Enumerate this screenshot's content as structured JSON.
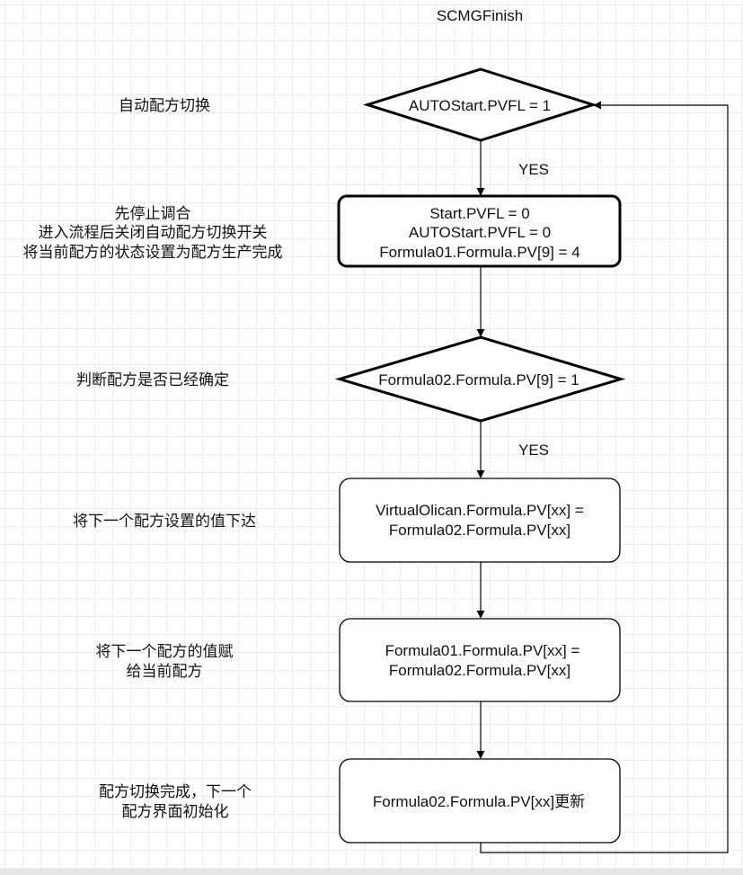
{
  "diagram": {
    "title": "SCMGFinish",
    "nodes": [
      {
        "id": "n1",
        "shape": "diamond",
        "lines": [
          "AUTOStart.PVFL = 1"
        ]
      },
      {
        "id": "n2",
        "shape": "rect-bold",
        "lines": [
          "Start.PVFL = 0",
          "AUTOStart.PVFL = 0",
          "Formula01.Formula.PV[9] = 4"
        ]
      },
      {
        "id": "n3",
        "shape": "diamond",
        "lines": [
          "Formula02.Formula.PV[9] = 1"
        ]
      },
      {
        "id": "n4",
        "shape": "rect",
        "lines": [
          "VirtualOlican.Formula.PV[xx] =",
          "Formula02.Formula.PV[xx]"
        ]
      },
      {
        "id": "n5",
        "shape": "rect",
        "lines": [
          "Formula01.Formula.PV[xx] =",
          "Formula02.Formula.PV[xx]"
        ]
      },
      {
        "id": "n6",
        "shape": "rect",
        "lines": [
          "Formula02.Formula.PV[xx]更新"
        ]
      }
    ],
    "edge_labels": [
      "YES",
      "YES"
    ],
    "annotations": [
      {
        "id": "a1",
        "lines": [
          "自动配方切换"
        ]
      },
      {
        "id": "a2",
        "lines": [
          "先停止调合",
          "进入流程后关闭自动配方切换开关",
          "将当前配方的状态设置为配方生产完成"
        ]
      },
      {
        "id": "a3",
        "lines": [
          "判断配方是否已经确定"
        ]
      },
      {
        "id": "a4",
        "lines": [
          "将下一个配方设置的值下达"
        ]
      },
      {
        "id": "a5",
        "lines": [
          "将下一个配方的值赋",
          "给当前配方"
        ]
      },
      {
        "id": "a6",
        "lines": [
          "配方切换完成，下一个",
          "配方界面初始化"
        ]
      }
    ]
  }
}
